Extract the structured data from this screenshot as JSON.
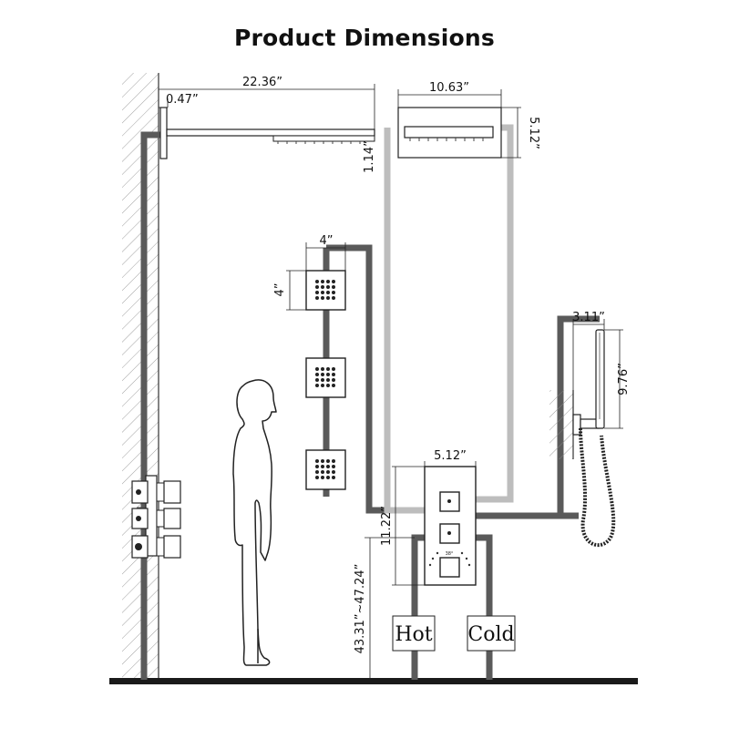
{
  "title": "Product Dimensions",
  "dimensions": {
    "arm_offset": "0.47”",
    "arm_length": "22.36”",
    "head_width": "10.63”",
    "head_height": "5.12”",
    "head_thickness": "1.14”",
    "jet_width": "4”",
    "jet_height": "4”",
    "handshower_width": "3.11”",
    "handshower_height": "9.76”",
    "valve_width": "5.12”",
    "valve_height": "11.22”",
    "valve_mount_height": "43.31”~47.24”"
  },
  "labels": {
    "hot": "Hot",
    "cold": "Cold",
    "valve_temp": "38°"
  },
  "icons": [
    "wall-hatch-icon",
    "human-figure-icon",
    "body-jet-icon",
    "rain-shower-head-icon",
    "hand-shower-icon",
    "thermostatic-valve-icon",
    "hose-icon"
  ]
}
